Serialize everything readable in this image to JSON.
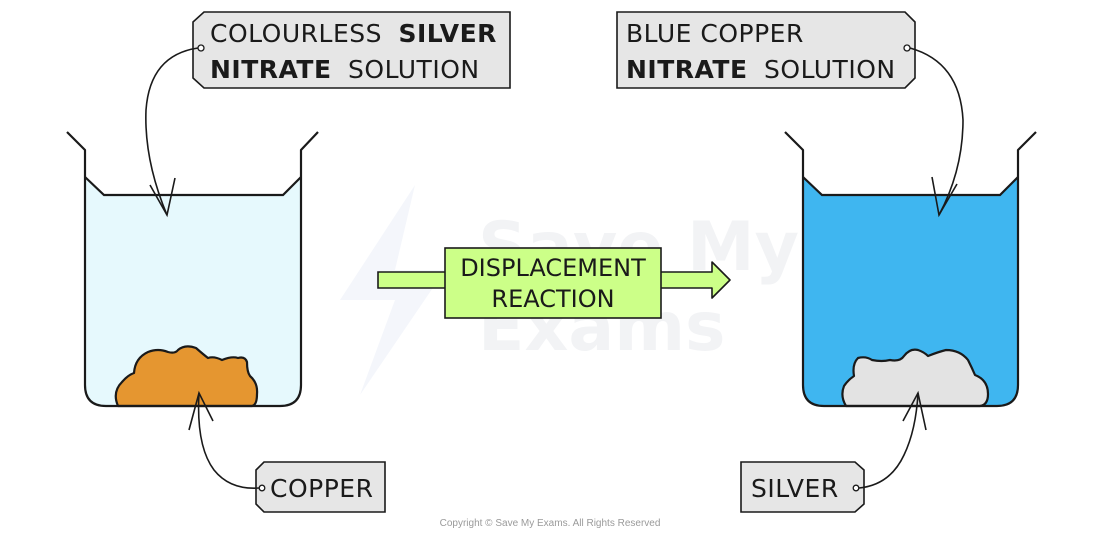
{
  "diagram": {
    "title": "Displacement reaction of copper in silver nitrate solution",
    "colors": {
      "colourless_solution": "#e6f9fd",
      "blue_solution": "#3fb6f0",
      "copper": "#e59630",
      "silver": "#e3e3e3",
      "tag_fill": "#e6e6e6",
      "arrow_box_fill": "#ccff88",
      "outline": "#1a1a1a"
    },
    "left_beaker": {
      "solution_label": {
        "line1_normal": "COLOURLESS",
        "line1_bold": "SILVER",
        "line2_bold": "NITRATE",
        "line2_normal": "SOLUTION"
      },
      "solid_label": "COPPER"
    },
    "reaction": {
      "line1": "DISPLACEMENT",
      "line2": "REACTION"
    },
    "right_beaker": {
      "solution_label": {
        "line1_normal": "BLUE COPPER",
        "line2_bold": "NITRATE",
        "line2_normal": "SOLUTION"
      },
      "solid_label": "SILVER"
    },
    "watermark": {
      "line1": "Save My",
      "line2": "Exams"
    },
    "copyright": "Copyright © Save My Exams. All Rights Reserved"
  }
}
